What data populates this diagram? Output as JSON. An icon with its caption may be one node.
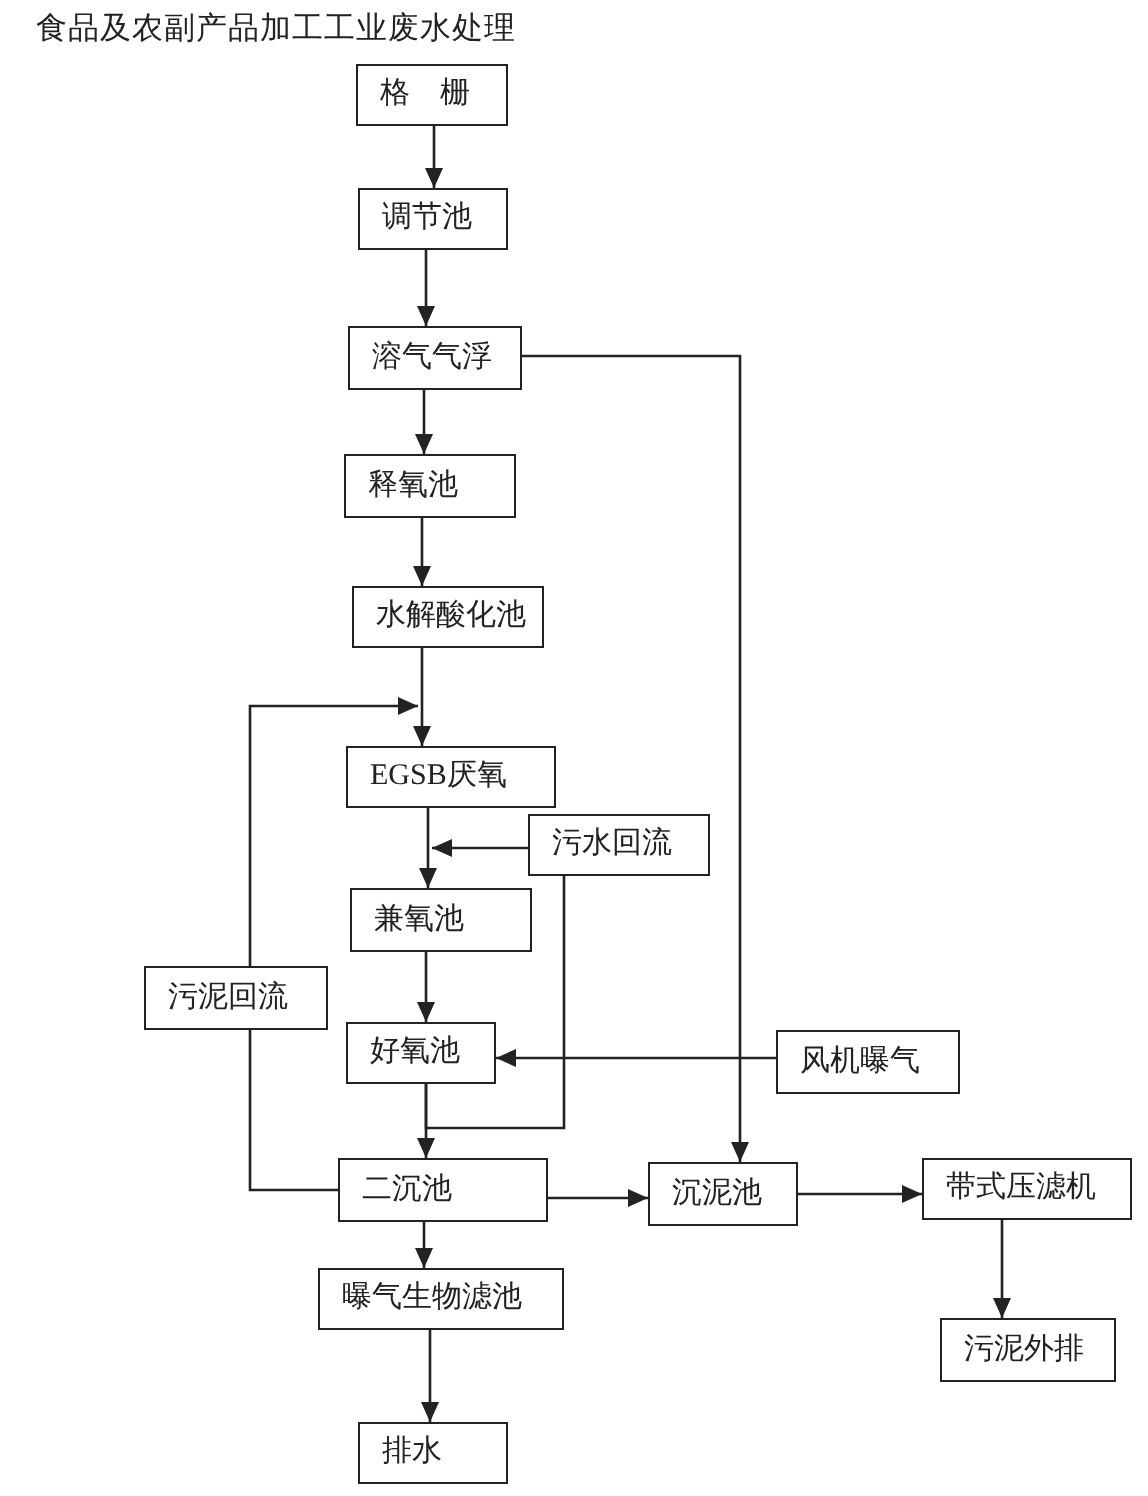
{
  "diagram": {
    "title": "食品及农副产品加工工业废水处理",
    "nodes": [
      {
        "text": [
          "格　栅"
        ]
      },
      {
        "text": [
          "调节池"
        ]
      },
      {
        "text": [
          "溶气气浮"
        ]
      },
      {
        "text": [
          "释氧池"
        ]
      },
      {
        "text": [
          "水解酸化池"
        ]
      },
      {
        "text": [
          "EGSB厌氧"
        ]
      },
      {
        "text": [
          "污水回流"
        ]
      },
      {
        "text": [
          "兼氧池"
        ]
      },
      {
        "text": [
          "污泥回流"
        ]
      },
      {
        "text": [
          "好氧池"
        ]
      },
      {
        "text": [
          "风机曝气"
        ]
      },
      {
        "text": [
          "二沉池"
        ]
      },
      {
        "text": [
          "沉泥池"
        ]
      },
      {
        "text": [
          "带式压滤机"
        ]
      },
      {
        "text": [
          "曝气生物滤池"
        ]
      },
      {
        "text": [
          "污泥外排"
        ]
      },
      {
        "text": [
          "排水"
        ]
      }
    ],
    "edges": [
      {
        "from": 0,
        "to": 1,
        "arrow": "to"
      },
      {
        "from": 1,
        "to": 2,
        "arrow": "to"
      },
      {
        "from": 2,
        "to": 3,
        "arrow": "to"
      },
      {
        "from": 2,
        "to": 12,
        "arrow": "to"
      },
      {
        "from": 3,
        "to": 4,
        "arrow": "to"
      },
      {
        "from": 4,
        "to": 5,
        "arrow": "to"
      },
      {
        "from": 8,
        "to": 5,
        "arrow": "to"
      },
      {
        "from": 5,
        "to": 7,
        "arrow": "to"
      },
      {
        "from": 6,
        "to": 7,
        "arrow": "to"
      },
      {
        "from": 7,
        "to": 9,
        "arrow": "to"
      },
      {
        "from": 10,
        "to": 9,
        "arrow": "to"
      },
      {
        "from": 9,
        "to": 11,
        "arrow": "to"
      },
      {
        "from": 9,
        "to": 6,
        "arrow": "none"
      },
      {
        "from": 11,
        "to": 8,
        "arrow": "none"
      },
      {
        "from": 11,
        "to": 12,
        "arrow": "to"
      },
      {
        "from": 12,
        "to": 13,
        "arrow": "to"
      },
      {
        "from": 11,
        "to": 14,
        "arrow": "to"
      },
      {
        "from": 13,
        "to": 15,
        "arrow": "to"
      },
      {
        "from": 14,
        "to": 16,
        "arrow": "to"
      }
    ]
  }
}
